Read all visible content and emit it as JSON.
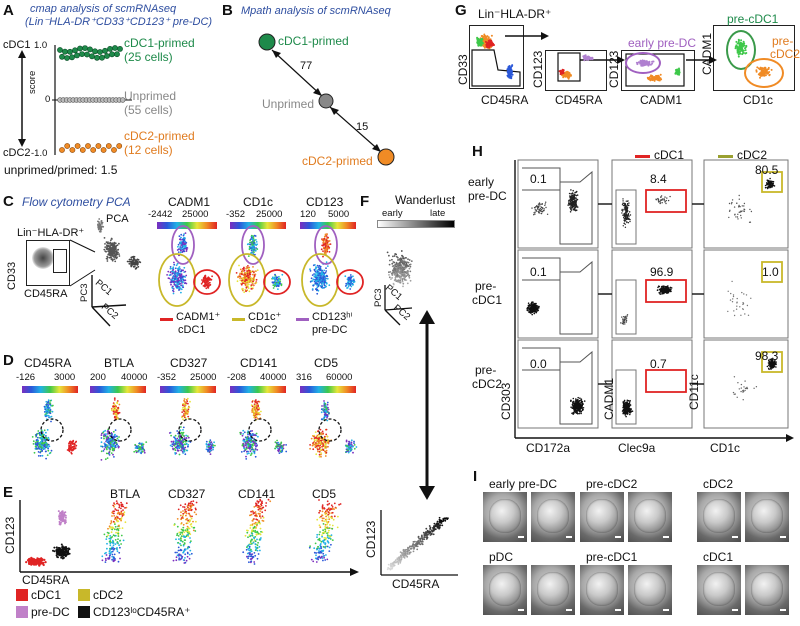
{
  "panelA": {
    "letter": "A",
    "title1": "cmap analysis of scmRNAseq",
    "title2": "(Lin⁻HLA-DR⁺CD33⁺CD123⁺ pre-DC)",
    "y_top": "cDC1",
    "y_bottom": "cDC2",
    "y_axis": "score",
    "ticks": [
      "1.0",
      "0",
      "-1.0"
    ],
    "groups": [
      {
        "label": "cDC1-primed",
        "count": "(25 cells)",
        "color": "#1e8a4a"
      },
      {
        "label": "Unprimed",
        "count": "(55 cells)",
        "color": "#888888"
      },
      {
        "label": "cDC2-primed",
        "count": "(12 cells)",
        "color": "#e07b1f"
      }
    ],
    "ratio": "unprimed/primed: 1.5"
  },
  "panelB": {
    "letter": "B",
    "title": "Mpath analysis of scmRNAseq",
    "nodes": [
      "cDC1-primed",
      "Unprimed",
      "cDC2-primed"
    ],
    "edge1": "77",
    "edge2": "15"
  },
  "panelC": {
    "letter": "C",
    "title": "Flow cytometry PCA",
    "gate_label": "Lin⁻HLA-DR⁺",
    "x_axis": "CD45RA",
    "y_axis": "CD33",
    "pca": "PCA",
    "pcs": [
      "PC3",
      "PC1",
      "PC2"
    ],
    "markers": [
      {
        "name": "CADM1",
        "min": "-2442",
        "max": "25000"
      },
      {
        "name": "CD1c",
        "min": "-352",
        "max": "25000"
      },
      {
        "name": "CD123",
        "min": "120",
        "max": "5000"
      }
    ],
    "legend": [
      {
        "line1": "CADM1⁺",
        "line2": "cDC1",
        "color": "#e02424"
      },
      {
        "line1": "CD1c⁺",
        "line2": "cDC2",
        "color": "#c8b82a"
      },
      {
        "line1": "CD123ʰⁱ",
        "line2": "pre-DC",
        "color": "#a060c0"
      }
    ]
  },
  "panelD": {
    "letter": "D",
    "markers": [
      {
        "name": "CD45RA",
        "min": "-126",
        "max": "3000"
      },
      {
        "name": "BTLA",
        "min": "200",
        "max": "40000"
      },
      {
        "name": "CD327",
        "min": "-352",
        "max": "25000"
      },
      {
        "name": "CD141",
        "min": "-208",
        "max": "40000"
      },
      {
        "name": "CD5",
        "min": "316",
        "max": "60000"
      }
    ]
  },
  "panelE": {
    "letter": "E",
    "markers": [
      "BTLA",
      "CD327",
      "CD141",
      "CD5"
    ],
    "x_axis": "CD45RA",
    "y_axis": "CD123",
    "legend": [
      {
        "label": "cDC1",
        "color": "#e02424"
      },
      {
        "label": "cDC2",
        "color": "#c8b82a"
      },
      {
        "label": "pre-DC",
        "color": "#c080c8"
      },
      {
        "label": "CD123ˡᵒCD45RA⁺",
        "color": "#111111"
      }
    ]
  },
  "panelF": {
    "letter": "F",
    "title": "Wanderlust",
    "early": "early",
    "late": "late",
    "pcs": [
      "PC3",
      "PC1",
      "PC2"
    ],
    "x_axis": "CD45RA",
    "y_axis": "CD123"
  },
  "panelG": {
    "letter": "G",
    "gate_label": "Lin⁻HLA-DR⁺",
    "plots": [
      {
        "x": "CD45RA",
        "y": "CD33"
      },
      {
        "x": "CD45RA",
        "y": "CD123"
      },
      {
        "x": "CADM1",
        "y": "CD123"
      },
      {
        "x": "CD1c",
        "y": "CADM1"
      }
    ],
    "early_pre_dc": "early pre-DC",
    "pre_cdc1": "pre-cDC1",
    "pre_cdc2": "pre-cDC2"
  },
  "panelH": {
    "letter": "H",
    "col_heads": [
      {
        "label": "cDC1",
        "color": "#e02424"
      },
      {
        "label": "cDC2",
        "color": "#9aa030"
      }
    ],
    "rows": [
      {
        "label1": "early",
        "label2": "pre-DC",
        "v1": "0.1",
        "v2": "8.4",
        "v3": "80.5"
      },
      {
        "label1": "pre-",
        "label2": "cDC1",
        "v1": "0.1",
        "v2": "96.9",
        "v3": "1.0"
      },
      {
        "label1": "pre-",
        "label2": "cDC2",
        "v1": "0.0",
        "v2": "0.7",
        "v3": "98.3"
      }
    ],
    "x_axes": [
      "CD172a",
      "Clec9a",
      "CD1c"
    ],
    "y_axes": [
      "CD303",
      "CADM1",
      "CD11c"
    ]
  },
  "panelI": {
    "letter": "I",
    "labels": [
      "early pre-DC",
      "pre-cDC2",
      "cDC2",
      "pDC",
      "pre-cDC1",
      "cDC1"
    ]
  }
}
